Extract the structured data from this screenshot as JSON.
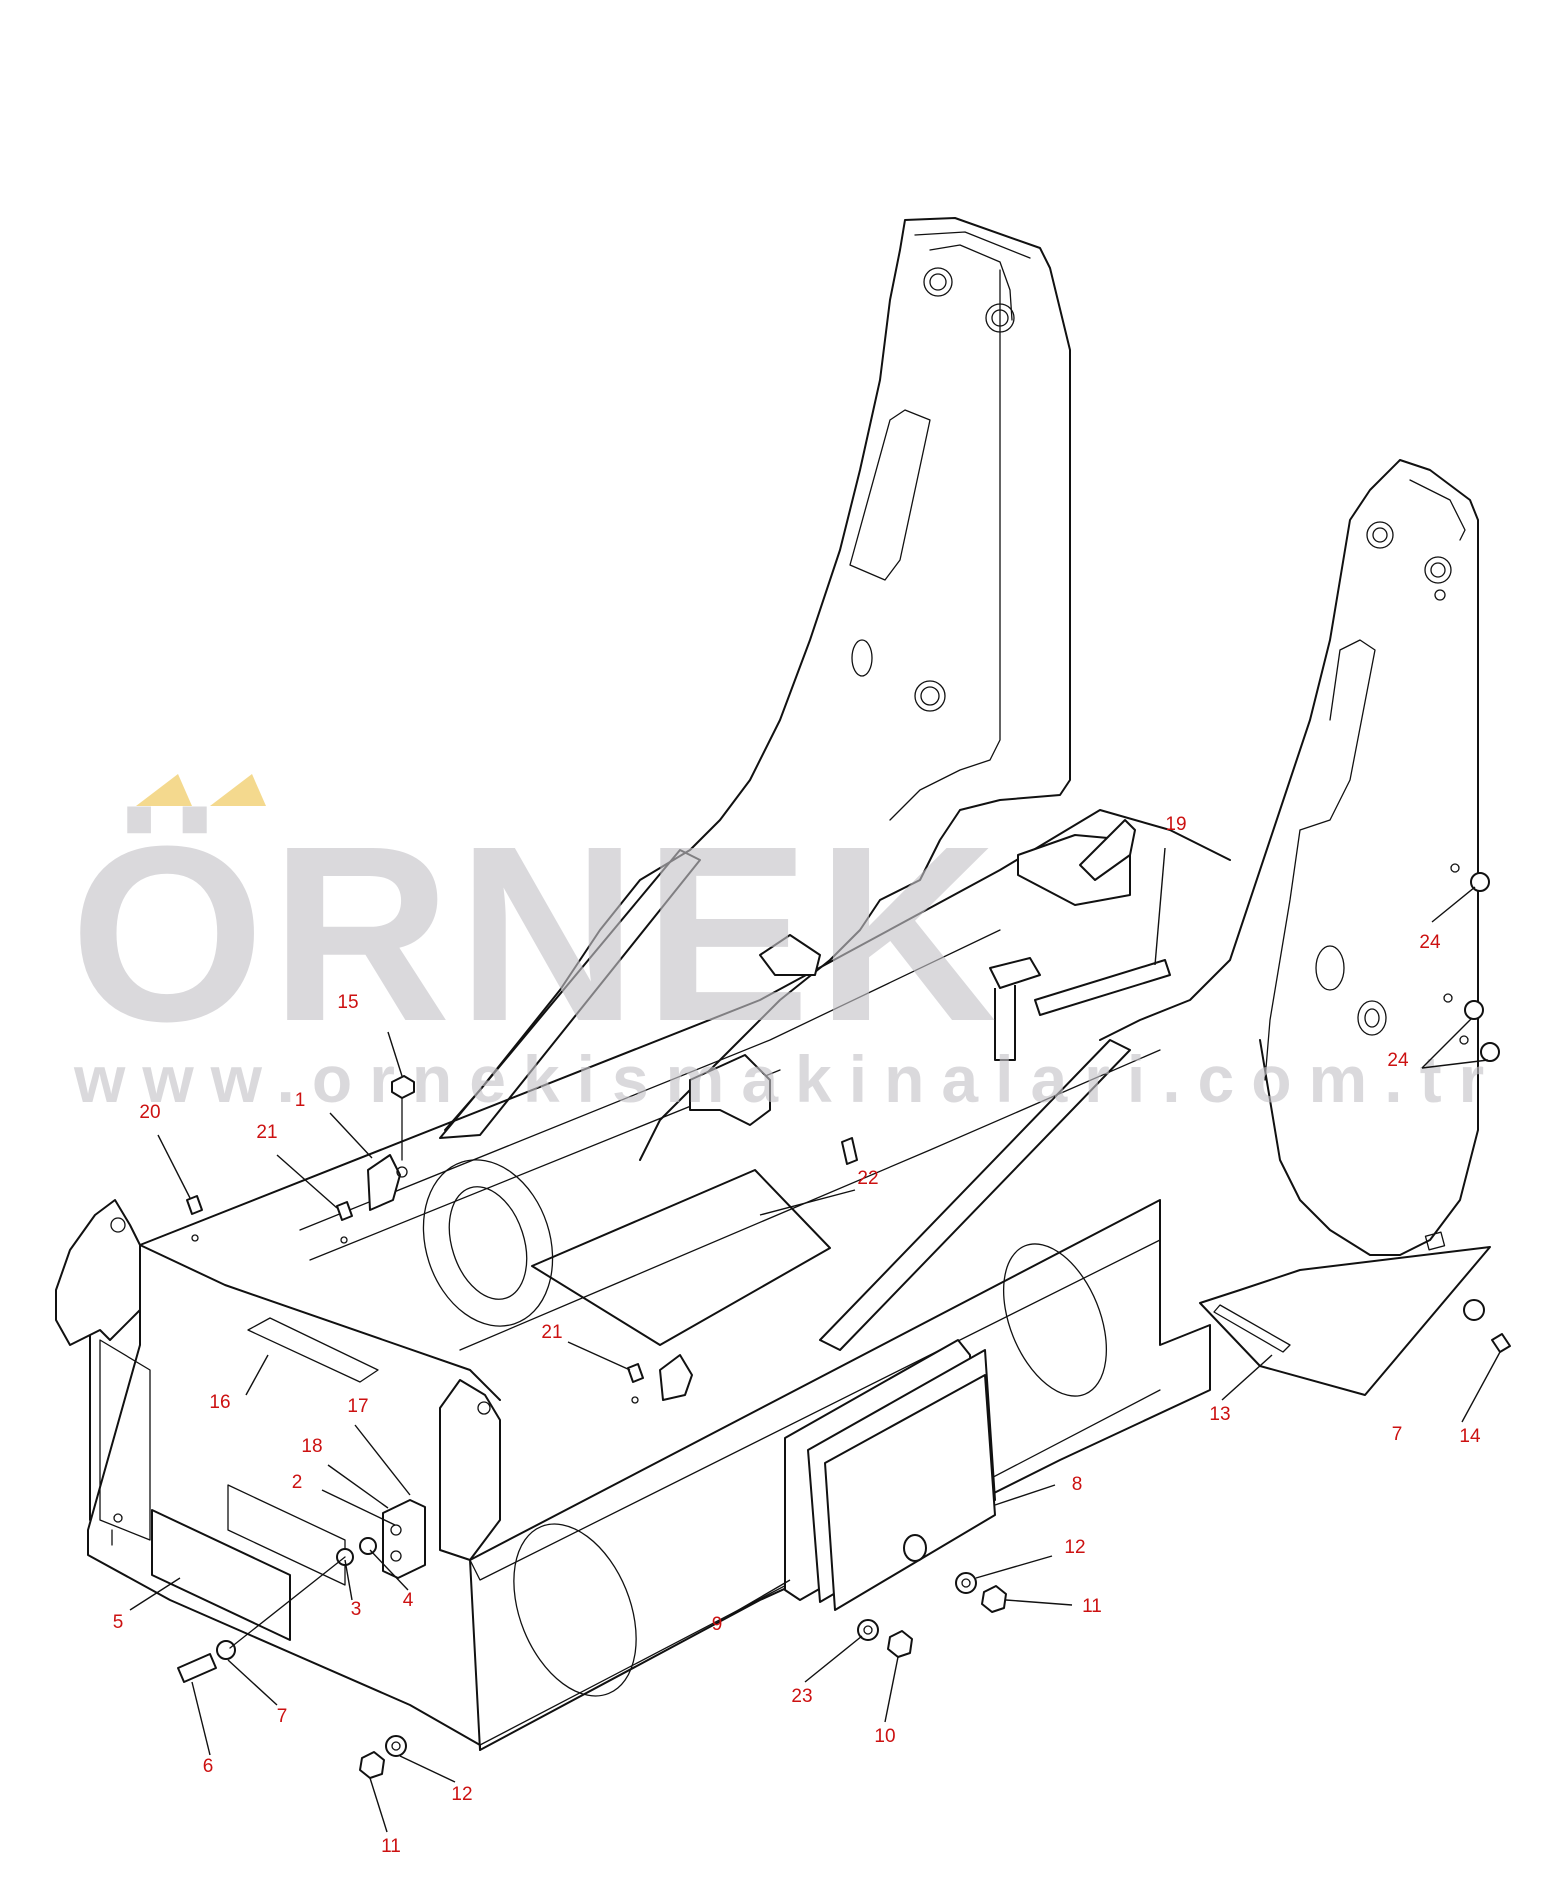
{
  "watermark": {
    "brand": "ÖRNEK",
    "url": "www.ornekismakinalari.com.tr",
    "accent_color": "#f2d27a",
    "text_color": "#c5c3c8"
  },
  "callouts": [
    {
      "id": "c1",
      "label": "1"
    },
    {
      "id": "c2",
      "label": "2"
    },
    {
      "id": "c3",
      "label": "3"
    },
    {
      "id": "c4",
      "label": "4"
    },
    {
      "id": "c5",
      "label": "5"
    },
    {
      "id": "c6",
      "label": "6"
    },
    {
      "id": "c7a",
      "label": "7"
    },
    {
      "id": "c7b",
      "label": "7"
    },
    {
      "id": "c8",
      "label": "8"
    },
    {
      "id": "c9",
      "label": "9"
    },
    {
      "id": "c10",
      "label": "10"
    },
    {
      "id": "c11a",
      "label": "11"
    },
    {
      "id": "c11b",
      "label": "11"
    },
    {
      "id": "c12a",
      "label": "12"
    },
    {
      "id": "c12b",
      "label": "12"
    },
    {
      "id": "c13",
      "label": "13"
    },
    {
      "id": "c14",
      "label": "14"
    },
    {
      "id": "c15",
      "label": "15"
    },
    {
      "id": "c16",
      "label": "16"
    },
    {
      "id": "c17",
      "label": "17"
    },
    {
      "id": "c18",
      "label": "18"
    },
    {
      "id": "c19",
      "label": "19"
    },
    {
      "id": "c20",
      "label": "20"
    },
    {
      "id": "c21a",
      "label": "21"
    },
    {
      "id": "c21b",
      "label": "21"
    },
    {
      "id": "c22",
      "label": "22"
    },
    {
      "id": "c23",
      "label": "23"
    },
    {
      "id": "c24a",
      "label": "24"
    },
    {
      "id": "c24b",
      "label": "24"
    }
  ]
}
